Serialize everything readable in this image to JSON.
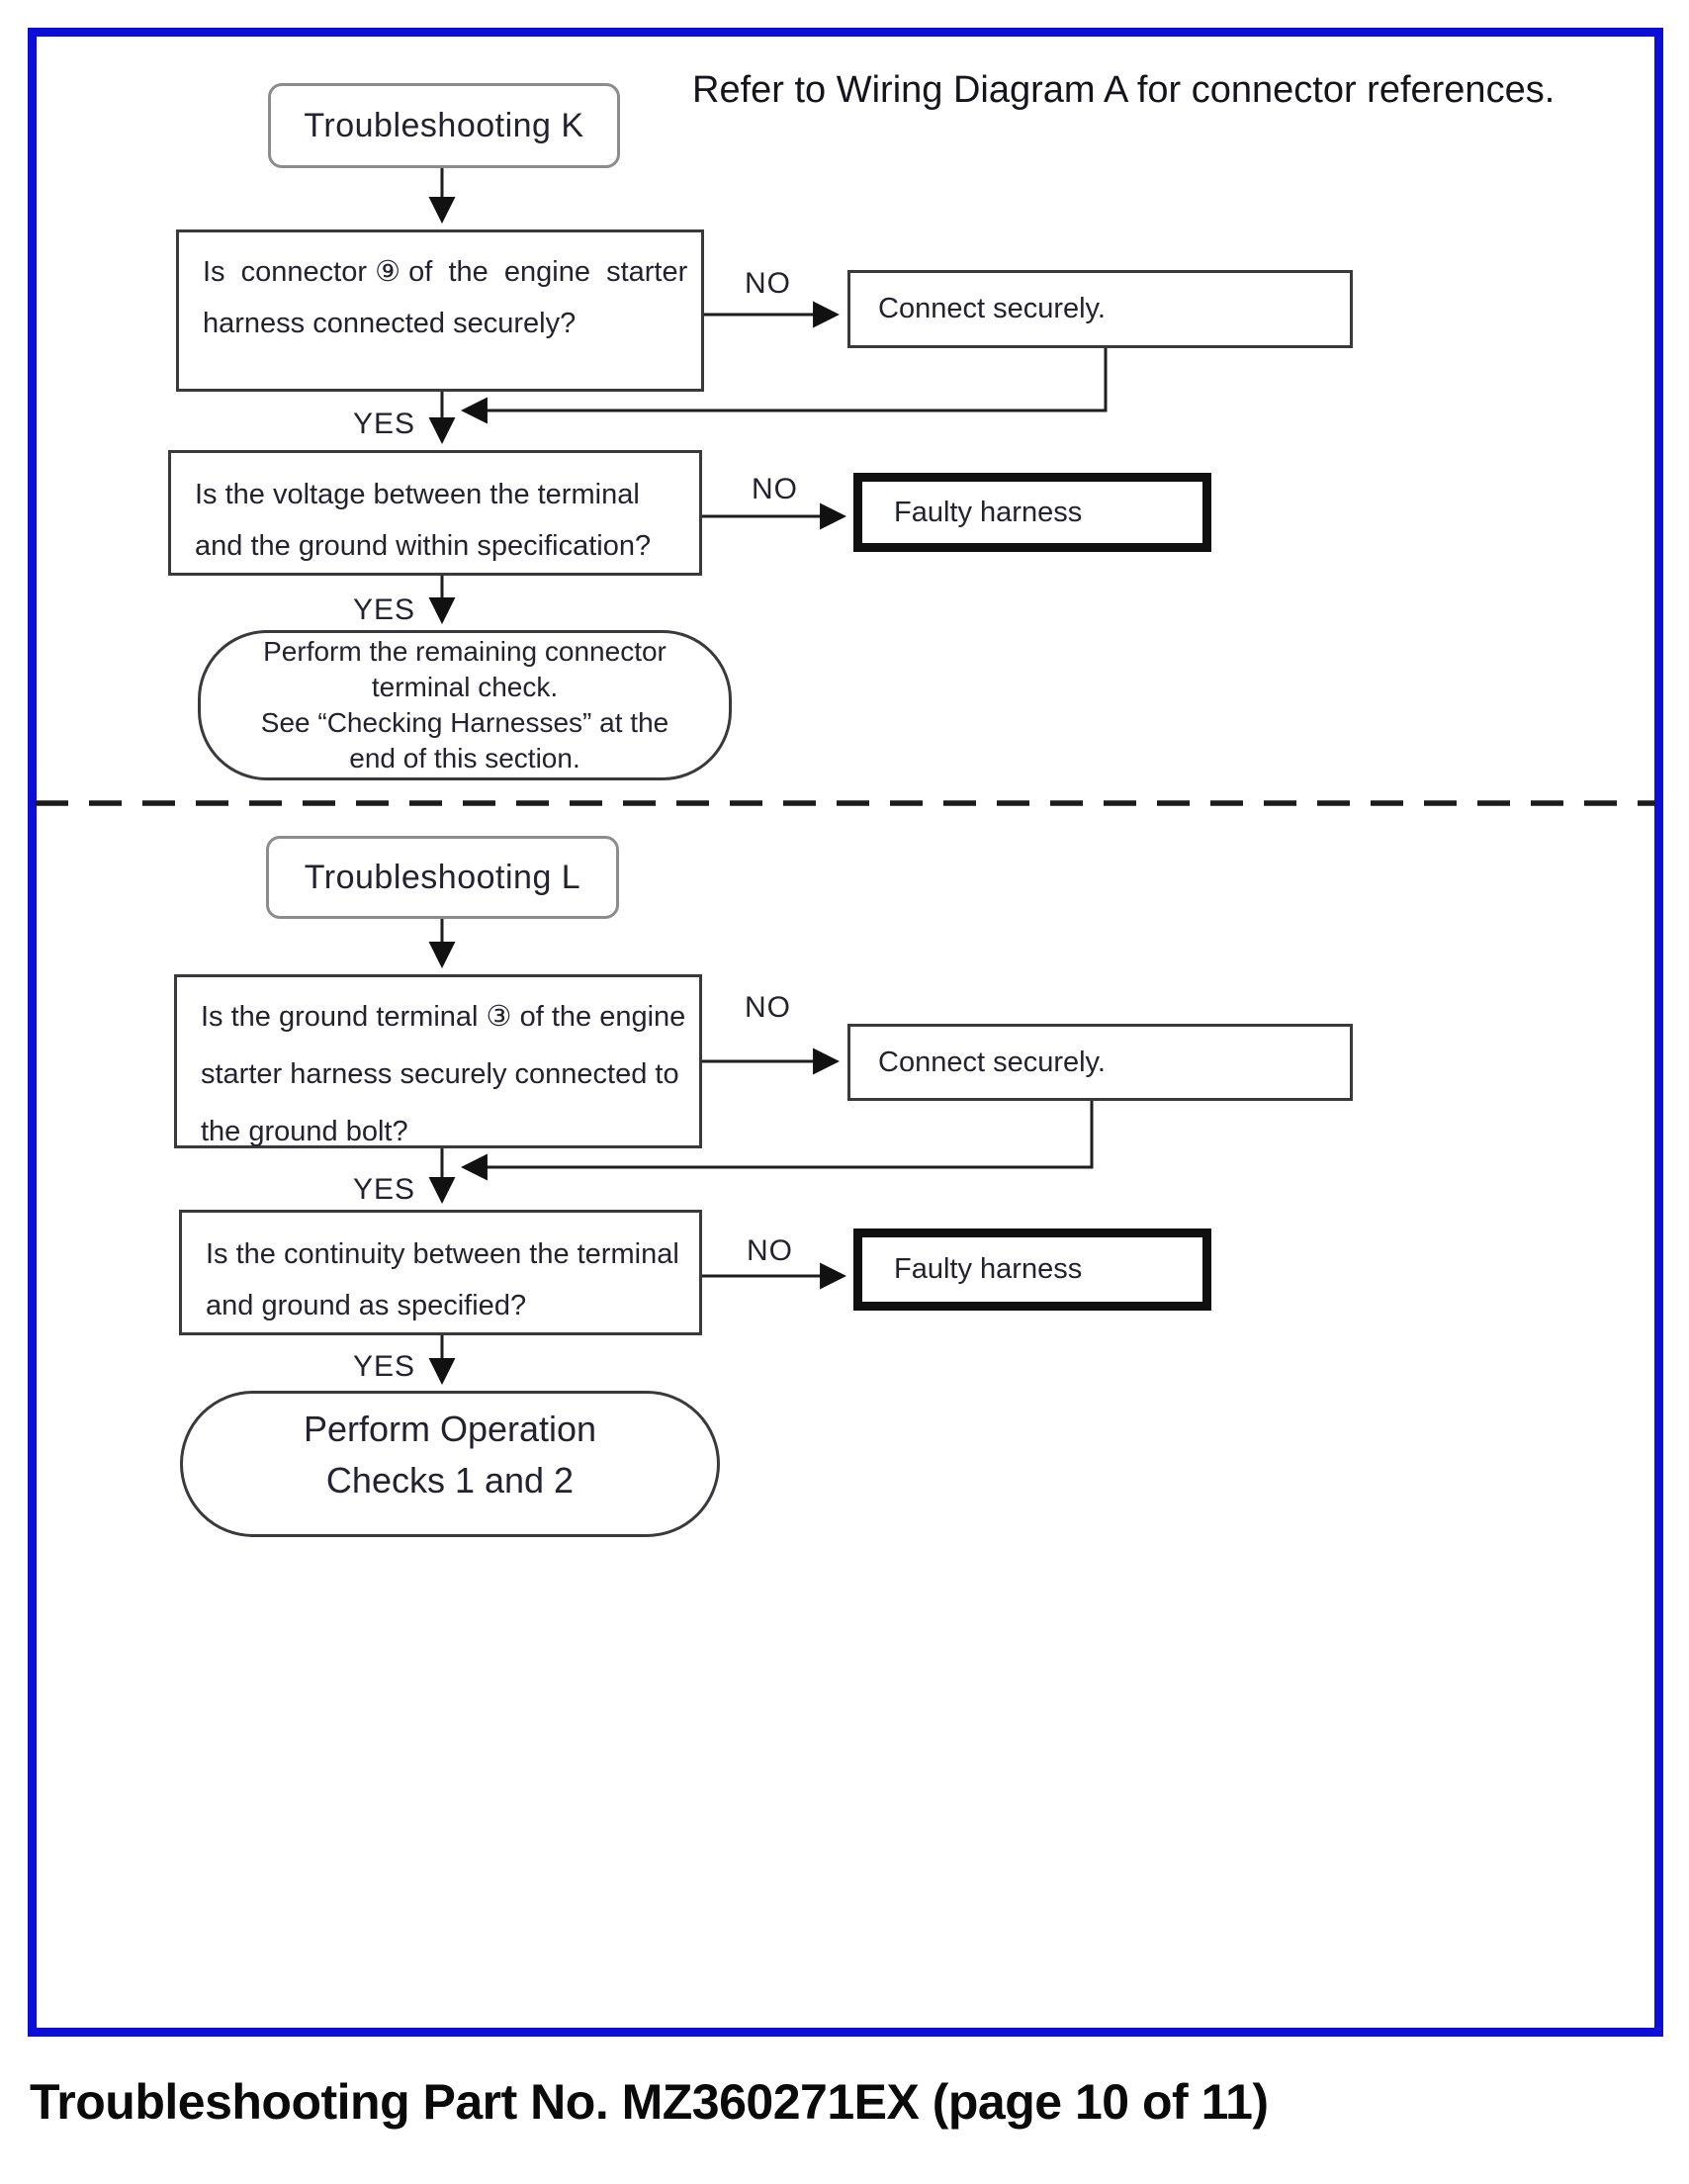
{
  "page": {
    "header_note": "Refer to Wiring Diagram A for connector references.",
    "footer_caption": "Troubleshooting Part No. MZ360271EX (page 10 of 11)"
  },
  "labels": {
    "yes": "YES",
    "no": "NO"
  },
  "colors": {
    "frame_blue": "#0d0dd8",
    "ink": "#222230",
    "line": "#1e1e1e",
    "thick_box": "#101010",
    "title_border": "#8c8c8c"
  },
  "flow_k": {
    "title": "Troubleshooting K",
    "question_1": {
      "lines": [
        "Is  connector ⑨ of  the  engine  starter",
        "harness connected securely?"
      ]
    },
    "action_no_1": "Connect securely.",
    "question_2": {
      "lines": [
        "Is the voltage between the terminal",
        "and the ground within specification?"
      ]
    },
    "action_no_2": "Faulty harness",
    "terminal": {
      "lines": [
        "Perform the remaining connector",
        "terminal check.",
        "See “Checking Harnesses” at the",
        "end of this section."
      ]
    }
  },
  "flow_l": {
    "title": "Troubleshooting L",
    "question_1": {
      "lines": [
        "Is the ground terminal ③ of the engine",
        "starter harness securely connected to",
        "the ground bolt?"
      ]
    },
    "action_no_1": "Connect securely.",
    "question_2": {
      "lines": [
        "Is the continuity between the terminal",
        "and ground as specified?"
      ]
    },
    "action_no_2": "Faulty harness",
    "terminal": {
      "lines": [
        "Perform Operation",
        "Checks 1 and 2"
      ]
    }
  }
}
